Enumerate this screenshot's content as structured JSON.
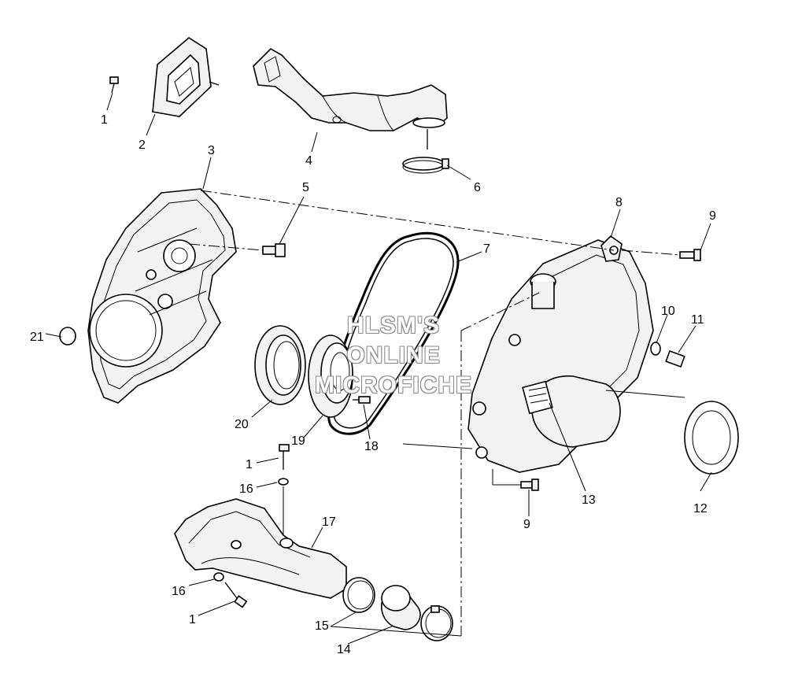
{
  "callouts": {
    "n1a": "1",
    "n2": "2",
    "n3": "3",
    "n4": "4",
    "n5": "5",
    "n6": "6",
    "n7": "7",
    "n8": "8",
    "n9a": "9",
    "n10": "10",
    "n11": "11",
    "n12": "12",
    "n13": "13",
    "n9b": "9",
    "n14": "14",
    "n15": "15",
    "n16a": "16",
    "n16b": "16",
    "n17": "17",
    "n18": "18",
    "n19": "19",
    "n20": "20",
    "n21": "21",
    "n1b": "1",
    "n1c": "1"
  },
  "watermark": {
    "line1": "HLSM'S",
    "line2": "ONLINE",
    "line3": "MICROFICHE"
  }
}
